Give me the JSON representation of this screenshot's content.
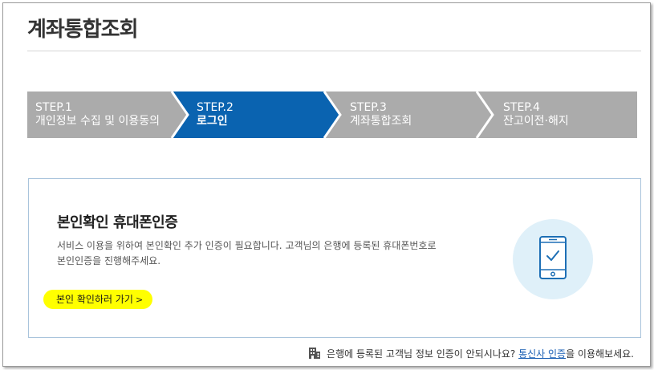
{
  "page": {
    "title": "계좌통합조회"
  },
  "steps": [
    {
      "num": "STEP.1",
      "label": "개인정보 수집 및 이용동의",
      "active": false
    },
    {
      "num": "STEP.2",
      "label": "로그인",
      "active": true
    },
    {
      "num": "STEP.3",
      "label": "계좌통합조회",
      "active": false
    },
    {
      "num": "STEP.4",
      "label": "잔고이전·해지",
      "active": false
    }
  ],
  "auth": {
    "title": "본인확인 휴대폰인증",
    "desc_line1": "서비스 이용을 위하여 본인확인 추가 인증이 필요합니다. 고객님의 은행에 등록된 휴대폰번호로",
    "desc_line2": "본인인증을 진행해주세요.",
    "link_label": "본인 확인하러 가기",
    "link_chevron": ">",
    "icon": "smartphone-check-icon"
  },
  "footer": {
    "icon": "building-icon",
    "text_before": "은행에 등록된 고객님 정보 인증이 안되시나요?",
    "link_label": "통신사 인증",
    "text_after": "을 이용해보세요."
  },
  "colors": {
    "step_active": "#0a63b0",
    "step_inactive": "#ababab",
    "highlight": "#ffff00",
    "box_border": "#a9c4dc",
    "icon_circle": "#dff0f9",
    "icon_stroke": "#1d6fb5"
  }
}
